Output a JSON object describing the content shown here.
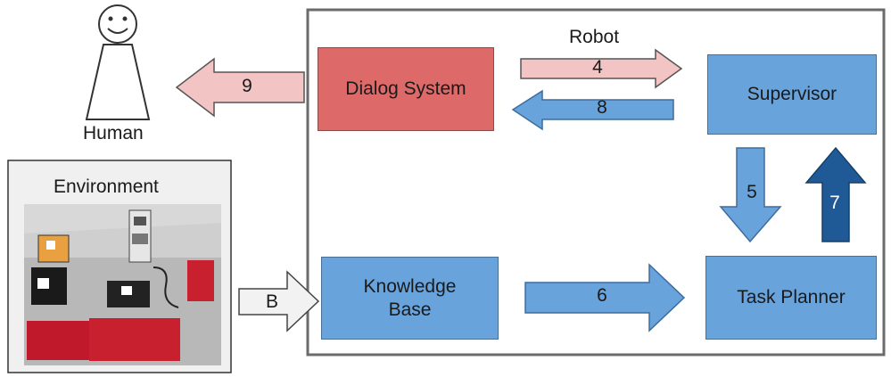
{
  "labels": {
    "human": "Human",
    "robot": "Robot",
    "environment": "Environment"
  },
  "boxes": {
    "dialog_system": "Dialog System",
    "supervisor": "Supervisor",
    "knowledge_base_line1": "Knowledge",
    "knowledge_base_line2": "Base",
    "task_planner": "Task Planner"
  },
  "arrows": {
    "dialog_to_human": "9",
    "dialog_to_supervisor": "4",
    "supervisor_to_dialog": "8",
    "supervisor_to_planner": "5",
    "planner_to_supervisor": "7",
    "kb_to_planner": "6",
    "env_to_kb": "B"
  },
  "colors": {
    "blue_box": "#69a3dc",
    "red_box": "#dd6a69",
    "pink_arrow": "#f2c4c4",
    "blue_arrow": "#69a3dc",
    "dark_blue_arrow": "#1f5a96",
    "white_arrow": "#f2f2f2"
  }
}
